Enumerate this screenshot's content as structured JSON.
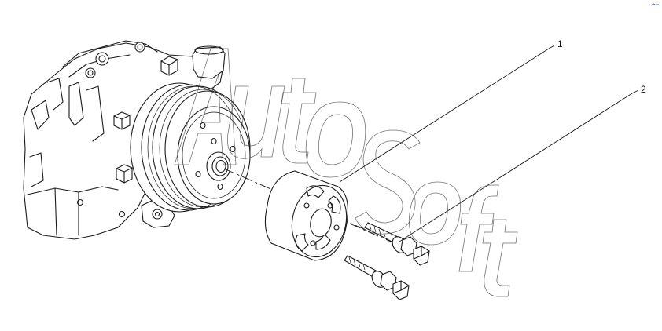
{
  "callouts": [
    {
      "id": "1",
      "label": "1"
    },
    {
      "id": "2",
      "label": "2"
    }
  ],
  "watermark": {
    "text": "AutoSoft"
  },
  "icons": {
    "corner_mark": "small-blue-glyph"
  },
  "colors": {
    "line": "#1a1a1a",
    "background": "#ffffff",
    "corner_mark": "#2a6fd6"
  }
}
